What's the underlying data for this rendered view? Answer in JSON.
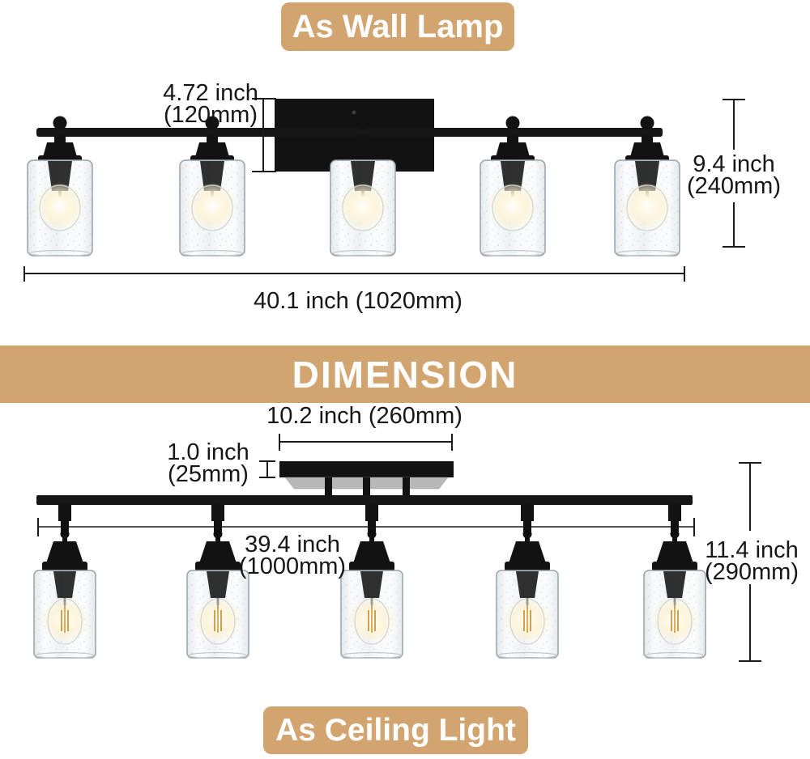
{
  "banners": {
    "wall": "As Wall Lamp",
    "dimension": "DIMENSION",
    "ceiling": "As Ceiling Light"
  },
  "wall_lamp": {
    "backplate_height_line1": "4.72 inch",
    "backplate_height_line2": "(120mm)",
    "fixture_height_line1": "9.4 inch",
    "fixture_height_line2": "(240mm)",
    "fixture_width": "40.1 inch (1020mm)"
  },
  "ceiling_light": {
    "canopy_width": "10.2 inch (260mm)",
    "canopy_height_line1": "1.0 inch",
    "canopy_height_line2": "(25mm)",
    "bar_length_line1": "39.4 inch",
    "bar_length_line2": "(1000mm)",
    "fixture_height_line1": "11.4 inch",
    "fixture_height_line2": "(290mm)"
  },
  "colors": {
    "banner_bg": "#d2a470",
    "text": "#161616",
    "metal_black": "#121212",
    "dimension_line": "#1c1c1c",
    "canopy_bevel_gray": "#b8b8b8",
    "bulb_glow": "#fff6dc"
  }
}
